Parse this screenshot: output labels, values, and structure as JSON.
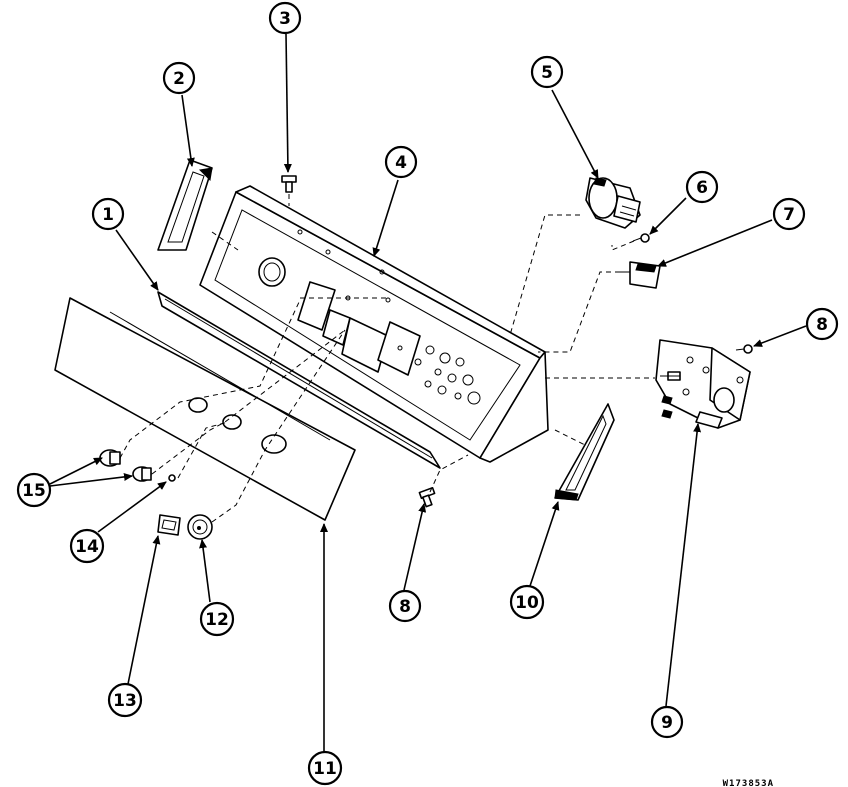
{
  "diagram": {
    "drawing_code": "W173853A",
    "callouts": [
      {
        "id": "1",
        "label": "1"
      },
      {
        "id": "2",
        "label": "2"
      },
      {
        "id": "3",
        "label": "3"
      },
      {
        "id": "4",
        "label": "4"
      },
      {
        "id": "5",
        "label": "5"
      },
      {
        "id": "6",
        "label": "6"
      },
      {
        "id": "7",
        "label": "7"
      },
      {
        "id": "8",
        "label": "8"
      },
      {
        "id": "9",
        "label": "9"
      },
      {
        "id": "10",
        "label": "10"
      },
      {
        "id": "11",
        "label": "11"
      },
      {
        "id": "12",
        "label": "12"
      },
      {
        "id": "13",
        "label": "13"
      },
      {
        "id": "14",
        "label": "14"
      },
      {
        "id": "15",
        "label": "15"
      },
      {
        "id": "8b",
        "label": "8"
      }
    ],
    "colors": {
      "line": "#000000",
      "background": "#ffffff"
    }
  }
}
